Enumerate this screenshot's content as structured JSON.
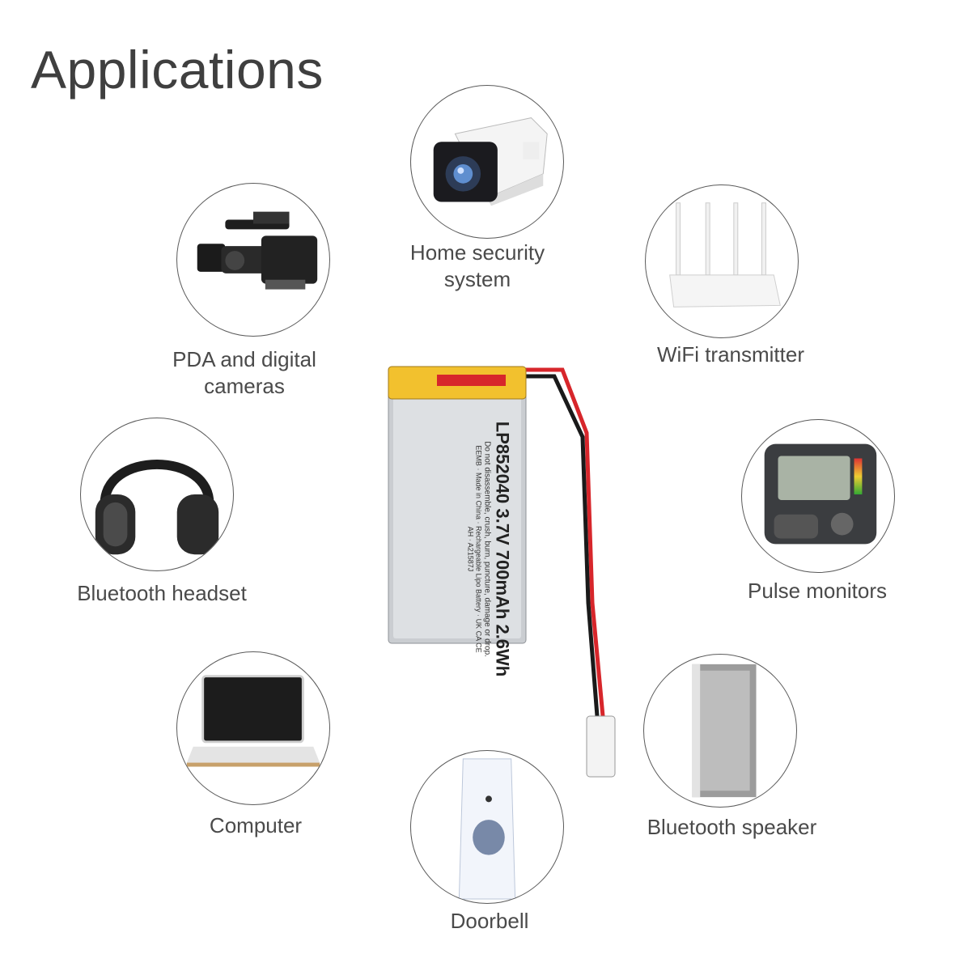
{
  "title": "Applications",
  "items": [
    {
      "id": "home-security",
      "label_line1": "Home security",
      "label_line2": "system",
      "icon": "security-camera-icon"
    },
    {
      "id": "pda",
      "label_line1": "PDA and digital",
      "label_line2": "cameras",
      "icon": "video-camera-icon"
    },
    {
      "id": "wifi",
      "label_line1": "WiFi transmitter",
      "label_line2": "",
      "icon": "router-icon"
    },
    {
      "id": "headset",
      "label_line1": "Bluetooth headset",
      "label_line2": "",
      "icon": "headphones-icon"
    },
    {
      "id": "pulse",
      "label_line1": "Pulse monitors",
      "label_line2": "",
      "icon": "blood-pressure-monitor-icon"
    },
    {
      "id": "computer",
      "label_line1": "Computer",
      "label_line2": "",
      "icon": "laptop-icon"
    },
    {
      "id": "speaker",
      "label_line1": "Bluetooth speaker",
      "label_line2": "",
      "icon": "speaker-icon"
    },
    {
      "id": "doorbell",
      "label_line1": "Doorbell",
      "label_line2": "",
      "icon": "doorbell-icon"
    }
  ],
  "battery": {
    "brand": "EEMB",
    "model": "LP852040 3.7V 700mAh 2.6Wh",
    "made_in": "Made in China",
    "type": "Rechargeable Lipo Battery",
    "warning": "Do not disassemble, crush, burn, puncture, damage or drop.",
    "code": "A21587J",
    "cert": "UK CA CE",
    "ah": "AH"
  },
  "colors": {
    "accent_yellow": "#f2c12e",
    "wire_red": "#d7262b",
    "wire_black": "#1a1a1a"
  }
}
